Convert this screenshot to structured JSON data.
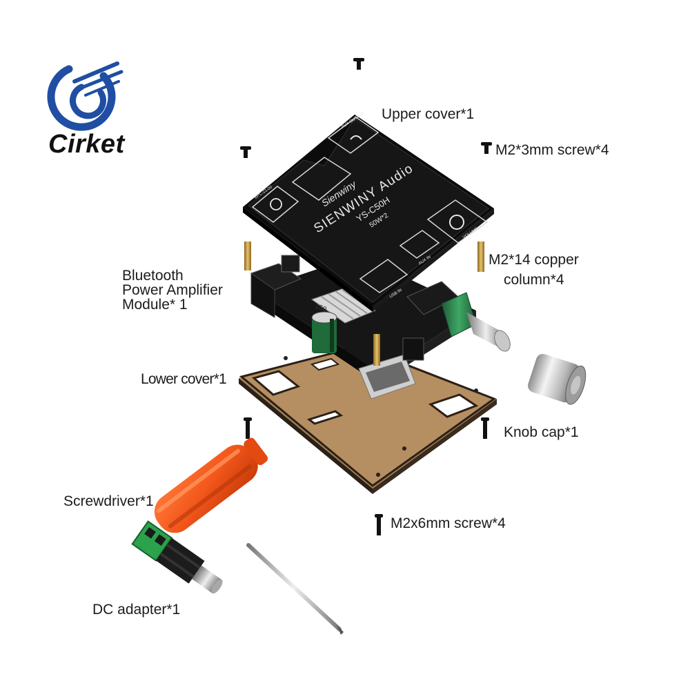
{
  "brand": {
    "name": "Cirket",
    "accent": "#1f4ea3"
  },
  "labels": {
    "upper_cover": "Upper cover*1",
    "screw_3mm": "M2*3mm screw*4",
    "copper_column_1": "M2*14 copper",
    "copper_column_2": "column*4",
    "module_1": "Bluetooth",
    "module_2": "Power Amplifier",
    "module_3": "Module* 1",
    "lower_cover": "Lower cover*1",
    "knob_cap": "Knob cap*1",
    "screwdriver": "Screwdriver*1",
    "screw_6mm": "M2x6mm screw*4",
    "dc_adapter": "DC adapter*1"
  },
  "upper_cover_print": {
    "logo_script": "Sienwiny",
    "title": "SIENWINY Audio",
    "model": "YS-C50H",
    "power": "50W*2",
    "aux_output": "AUX OUTPUT",
    "aux_in": "AUX IN",
    "usb_in": "USB IN",
    "volume": "VOLUME",
    "power_key": "BPC-21-00"
  },
  "colors": {
    "board": "#111111",
    "acrylic": "#b0895e",
    "screwdriver_handle": "#f2561a",
    "brass": "#c79a3a",
    "pcb_green": "#2d8a4e"
  }
}
